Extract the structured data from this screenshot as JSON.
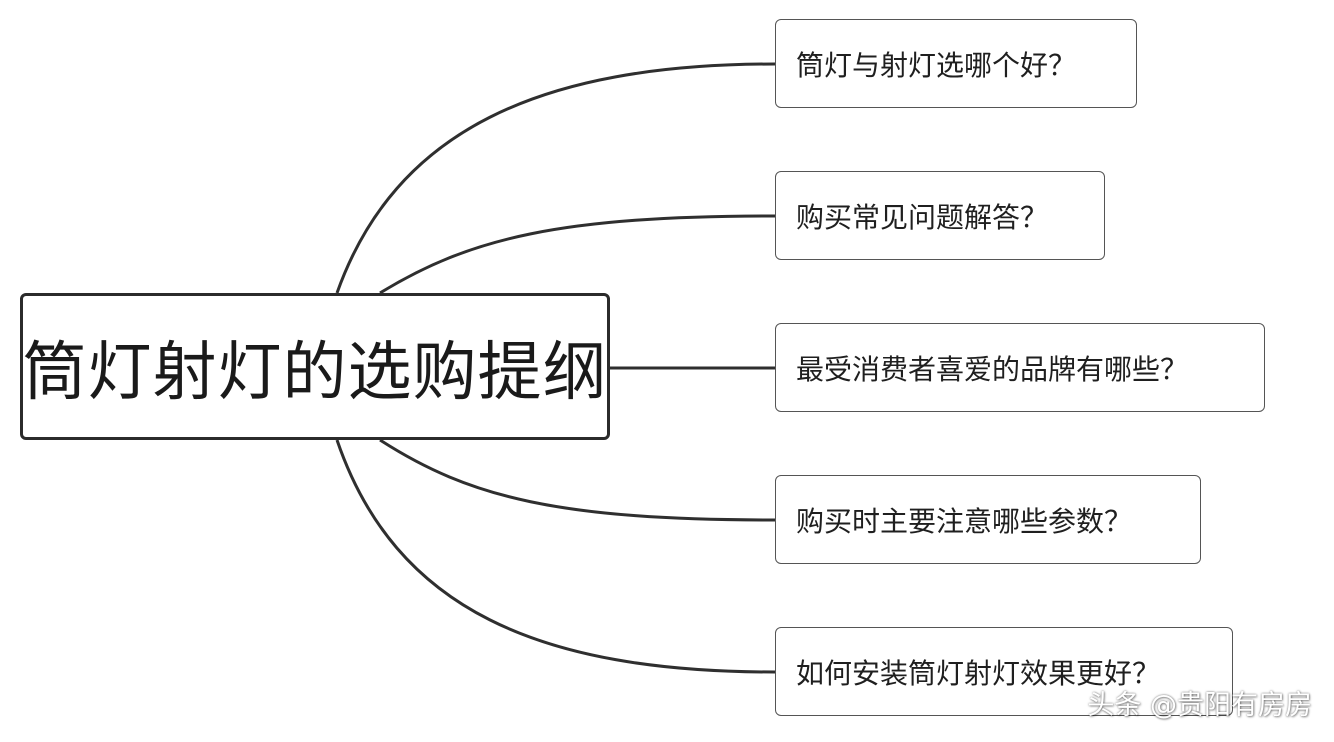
{
  "central_topic": "筒灯射灯的选购提纲",
  "branches": [
    {
      "label": "筒灯与射灯选哪个好？"
    },
    {
      "label": "购买常见问题解答？"
    },
    {
      "label": "最受消费者喜爱的品牌有哪些？"
    },
    {
      "label": "购买时主要注意哪些参数？"
    },
    {
      "label": "如何安装筒灯射灯效果更好？"
    }
  ],
  "watermark": "头条 @贵阳有房房",
  "colors": {
    "line": "#2f2f2f",
    "node_border": "#2b2b2b",
    "background": "#ffffff"
  }
}
